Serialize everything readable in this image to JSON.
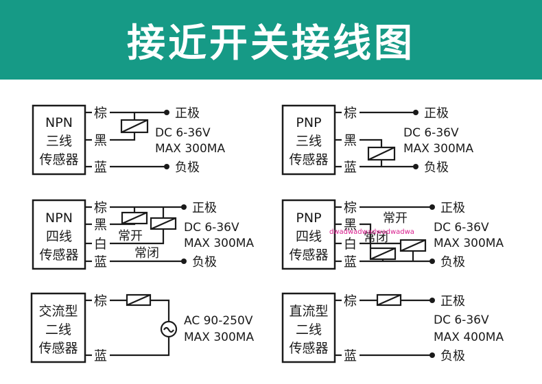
{
  "title": "接近开关接线图",
  "colors": {
    "banner": "#169a86",
    "line": "#1a1a1a",
    "watermark": "#d81b8c"
  },
  "watermark": "dwadwadwadwadwadwa",
  "panels": {
    "npn3": {
      "line1": "NPN",
      "line2": "三线",
      "line3": "传感器",
      "pin_brown": "棕",
      "pin_black": "黑",
      "pin_blue": "蓝",
      "pos": "正极",
      "neg": "负极",
      "spec1": "DC 6-36V",
      "spec2": "MAX 300MA"
    },
    "pnp3": {
      "line1": "PNP",
      "line2": "三线",
      "line3": "传感器",
      "pin_brown": "棕",
      "pin_black": "黑",
      "pin_blue": "蓝",
      "pos": "正极",
      "neg": "负极",
      "spec1": "DC 6-36V",
      "spec2": "MAX 300MA"
    },
    "npn4": {
      "line1": "NPN",
      "line2": "四线",
      "line3": "传感器",
      "pin_brown": "棕",
      "pin_black": "黑",
      "pin_white": "白",
      "pin_blue": "蓝",
      "no": "常开",
      "nc": "常闭",
      "pos": "正极",
      "neg": "负极",
      "spec1": "DC 6-36V",
      "spec2": "MAX 300MA"
    },
    "pnp4": {
      "line1": "PNP",
      "line2": "四线",
      "line3": "传感器",
      "pin_brown": "棕",
      "pin_black": "黑",
      "pin_white": "白",
      "pin_blue": "蓝",
      "no": "常开",
      "nc": "常闭",
      "pos": "正极",
      "neg": "负极",
      "spec1": "DC 6-36V",
      "spec2": "MAX 300MA"
    },
    "ac2": {
      "line1": "交流型",
      "line2": "二线",
      "line3": "传感器",
      "pin_brown": "棕",
      "pin_blue": "蓝",
      "spec1": "AC 90-250V",
      "spec2": "MAX 300MA",
      "source_icon": "ac-source-icon"
    },
    "dc2": {
      "line1": "直流型",
      "line2": "二线",
      "line3": "传感器",
      "pin_brown": "棕",
      "pin_blue": "蓝",
      "pos": "正极",
      "neg": "负极",
      "spec1": "DC 6-36V",
      "spec2": "MAX 400MA"
    }
  }
}
